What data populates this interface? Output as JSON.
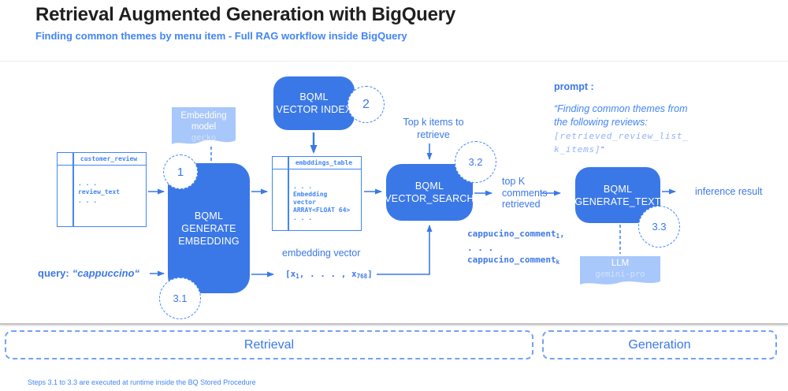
{
  "header": {
    "title": "Retrieval Augmented Generation with BigQuery",
    "subtitle": "Finding common themes by menu item - Full RAG workflow inside BigQuery"
  },
  "colors": {
    "primary_blue": "#4285f4",
    "box_fill_blue": "#3b78e7",
    "flag_fill_blue": "#a8c7fa",
    "light_code_blue": "#8fb2f8",
    "title_text": "#1f1f1f"
  },
  "diagram": {
    "customer_table": {
      "title": "customer_review",
      "rows": [
        ". . .",
        "review_text",
        ". . ."
      ]
    },
    "embeddings_table": {
      "title": "embddings_table",
      "rows": [
        ". . .",
        "Embedding",
        "vector",
        "ARRAY<FLOAT 64>",
        ". . ."
      ]
    },
    "embedding_model_flag": {
      "lines": [
        "Embedding",
        "model"
      ],
      "code": "gecko"
    },
    "llm_flag": {
      "label": "LLM",
      "code": "gemini-pro"
    },
    "generate_embedding_box": {
      "lines": [
        "BQML",
        "GENERATE",
        "EMBEDDING"
      ]
    },
    "vector_index_box": {
      "lines": [
        "BQML",
        "VECTOR INDEX"
      ]
    },
    "vector_search_box": {
      "lines": [
        "BQML",
        "VECTOR_SEARCH"
      ]
    },
    "generate_text_box": {
      "lines": [
        "BQML",
        "GENERATE_TEXT"
      ]
    },
    "step_badges": {
      "one": "1",
      "two": "2",
      "three_one": "3.1",
      "three_two": "3.2",
      "three_three": "3.3"
    },
    "query_label": {
      "prefix": "query:",
      "value": "“cappuccino“"
    },
    "top_k_items_label": {
      "lines": [
        "Top k items to",
        "retrieve"
      ]
    },
    "top_k_comments_label": {
      "lines": [
        "top K",
        "comments",
        "retrieved"
      ]
    },
    "embedding_vector_label": "embedding vector",
    "embedding_vector_value": {
      "open": "[x",
      "sub1": "1",
      "mid": ", . . . , x",
      "sub2": "768",
      "close": "]"
    },
    "comments": {
      "line1": {
        "base": "cappucino_comment",
        "sub": "1",
        "tail": ","
      },
      "dots": ". . .",
      "line2": {
        "base": "cappucino_comment",
        "sub": "k",
        "tail": ""
      }
    },
    "prompt": {
      "label": "prompt :",
      "quote_lines": [
        "“Finding common themes from",
        "the following reviews:"
      ],
      "code_lines": [
        "[retrieved_review_list_",
        "k_items]"
      ],
      "closing_quote": "“"
    },
    "inference_result_label": "inference result"
  },
  "sections": {
    "retrieval_label": "Retrieval",
    "generation_label": "Generation"
  },
  "footer": {
    "note": "Steps 3.1 to 3.3 are executed at runtime inside the BQ Stored Procedure"
  }
}
